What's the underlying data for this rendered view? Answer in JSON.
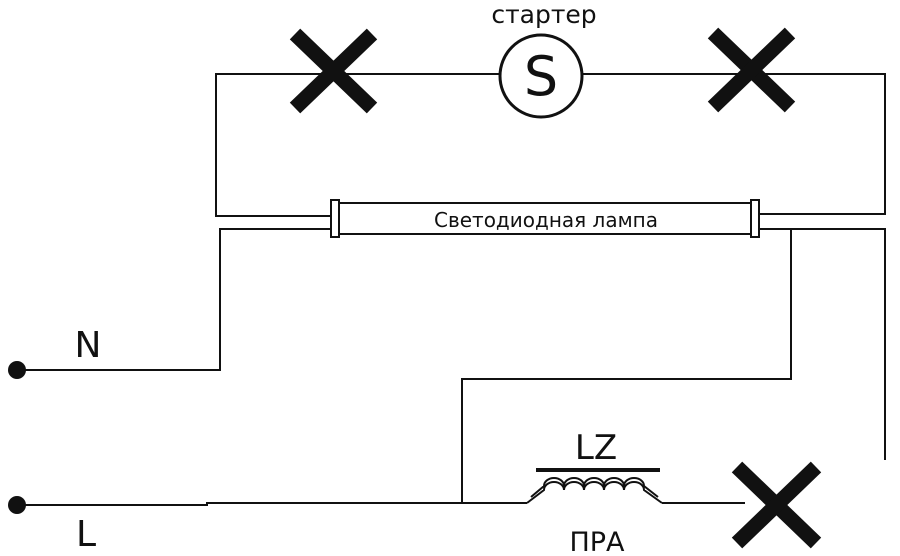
{
  "labels": {
    "starter": "стартер",
    "starter_symbol": "S",
    "lamp": "Светодиодная лампа",
    "neutral": "N",
    "line": "L",
    "inductor": "LZ",
    "ballast": "ПРА"
  },
  "colors": {
    "ink": "#111111",
    "background": "#ffffff"
  },
  "icons": [
    "cross-mark-icon",
    "terminal-dot-icon",
    "starter-circle-icon",
    "inductor-coil-icon"
  ]
}
